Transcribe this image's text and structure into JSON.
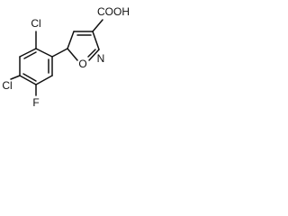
{
  "molecule": {
    "atoms": {
      "cl_top": "Cl",
      "cl_left": "Cl",
      "f": "F",
      "o_ring": "O",
      "n_ring": "N",
      "cooh": "COOH"
    }
  }
}
